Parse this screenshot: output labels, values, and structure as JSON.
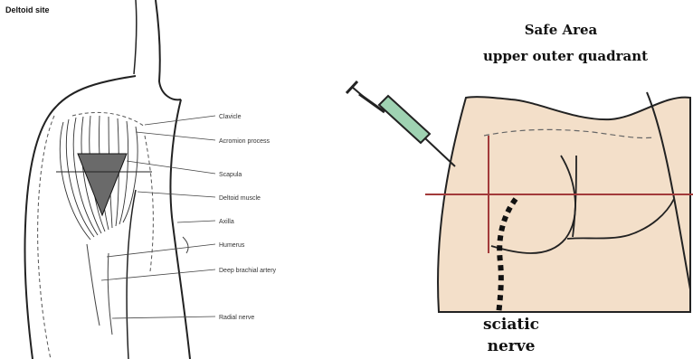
{
  "deltoid": {
    "title": "Deltoid site",
    "labels": [
      "Clavicle",
      "Acromion process",
      "Scapula",
      "Deltoid muscle",
      "Axilla",
      "Humerus",
      "Deep brachial artery",
      "Radial nerve"
    ]
  },
  "gluteal": {
    "title_line1": "Safe Area",
    "title_line2": "upper outer quadrant",
    "nerve_line1": "sciatic",
    "nerve_line2": "nerve"
  },
  "colors": {
    "skin": "#f3dfc9",
    "crosshair": "#a23a3a",
    "syringe_barrel": "#9fd2b2",
    "outline": "#222222"
  }
}
